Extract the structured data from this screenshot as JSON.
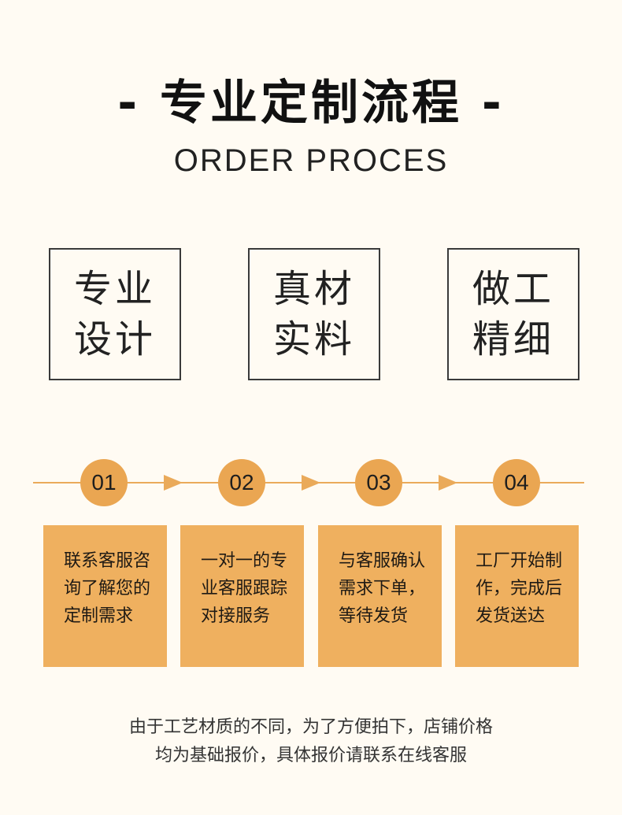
{
  "header": {
    "title": "- 专业定制流程 -",
    "subtitle": "ORDER PROCES"
  },
  "features": [
    {
      "line1": "专业",
      "line2": "设计"
    },
    {
      "line1": "真材",
      "line2": "实料"
    },
    {
      "line1": "做工",
      "line2": "精细"
    }
  ],
  "steps": [
    {
      "number": "01",
      "text": "联系客服咨\n询了解您的\n定制需求"
    },
    {
      "number": "02",
      "text": "一对一的专\n业客服跟踪\n对接服务"
    },
    {
      "number": "03",
      "text": "与客服确认\n需求下单，\n等待发货"
    },
    {
      "number": "04",
      "text": "工厂开始制\n作，完成后\n发货送达"
    }
  ],
  "note": {
    "line1": "由于工艺材质的不同，为了方便拍下，店铺价格",
    "line2": "均为基础报价，具体报价请联系在线客服"
  },
  "colors": {
    "accent": "#eaa652",
    "card": "#efb05f",
    "background": "#fffbf3"
  }
}
